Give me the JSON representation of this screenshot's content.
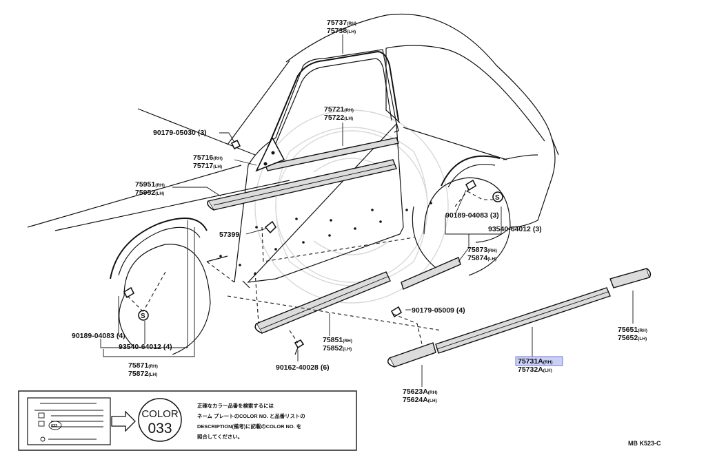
{
  "diagram": {
    "ref_code": "MB K523-C",
    "selected_part": "75731A",
    "callouts": [
      {
        "id": "c75737",
        "lines": [
          {
            "pn": "75737",
            "side": "(RH)"
          },
          {
            "pn": "75738",
            "side": "(LH)"
          }
        ]
      },
      {
        "id": "c75721",
        "lines": [
          {
            "pn": "75721",
            "side": "(RH)"
          },
          {
            "pn": "75722",
            "side": "(LH)"
          }
        ]
      },
      {
        "id": "c90179a",
        "lines": [
          {
            "pn": "90179-05030",
            "qty": "(3)"
          }
        ]
      },
      {
        "id": "c75716",
        "lines": [
          {
            "pn": "75716",
            "side": "(RH)"
          },
          {
            "pn": "75717",
            "side": "(LH)"
          }
        ]
      },
      {
        "id": "c75951",
        "lines": [
          {
            "pn": "75951",
            "side": "(RH)"
          },
          {
            "pn": "75952",
            "side": "(LH)"
          }
        ]
      },
      {
        "id": "c57399",
        "lines": [
          {
            "pn": "57399"
          }
        ]
      },
      {
        "id": "c90189r",
        "lines": [
          {
            "pn": "90189-04083",
            "qty": "(3)"
          }
        ]
      },
      {
        "id": "c93540r",
        "lines": [
          {
            "pn": "93540-64012",
            "qty": "(3)"
          }
        ]
      },
      {
        "id": "c75873",
        "lines": [
          {
            "pn": "75873",
            "side": "(RH)"
          },
          {
            "pn": "75874",
            "side": "(LH)"
          }
        ]
      },
      {
        "id": "c90179b",
        "lines": [
          {
            "pn": "90179-05009",
            "qty": "(4)"
          }
        ]
      },
      {
        "id": "c90189f",
        "lines": [
          {
            "pn": "90189-04083",
            "qty": "(4)"
          }
        ]
      },
      {
        "id": "c93540f",
        "lines": [
          {
            "pn": "93540-64012",
            "qty": "(4)"
          }
        ]
      },
      {
        "id": "c75851",
        "lines": [
          {
            "pn": "75851",
            "side": "(RH)"
          },
          {
            "pn": "75852",
            "side": "(LH)"
          }
        ]
      },
      {
        "id": "c75871",
        "lines": [
          {
            "pn": "75871",
            "side": "(RH)"
          },
          {
            "pn": "75872",
            "side": "(LH)"
          }
        ]
      },
      {
        "id": "c90162",
        "lines": [
          {
            "pn": "90162-40028",
            "qty": "(6)"
          }
        ]
      },
      {
        "id": "c75651",
        "lines": [
          {
            "pn": "75651",
            "side": "(RH)"
          },
          {
            "pn": "75652",
            "side": "(LH)"
          }
        ]
      },
      {
        "id": "c75731",
        "lines": [
          {
            "pn": "75731A",
            "side": "(RH)"
          },
          {
            "pn": "75732A",
            "side": "(LH)"
          }
        ]
      },
      {
        "id": "c75623",
        "lines": [
          {
            "pn": "75623A",
            "side": "(RH)"
          },
          {
            "pn": "75624A",
            "side": "(LH)"
          }
        ]
      }
    ],
    "screw_badge": "S"
  },
  "note": {
    "color_label": "COLOR",
    "color_code": "033",
    "plate_code": "033",
    "jp_lines": [
      "正確なカラー品番を検索するには",
      "ネーム プレートのCOLOR NO. と品番リストの",
      "DESCRIPTION(備考)に記載のCOLOR NO. を",
      "照合してください。"
    ]
  }
}
